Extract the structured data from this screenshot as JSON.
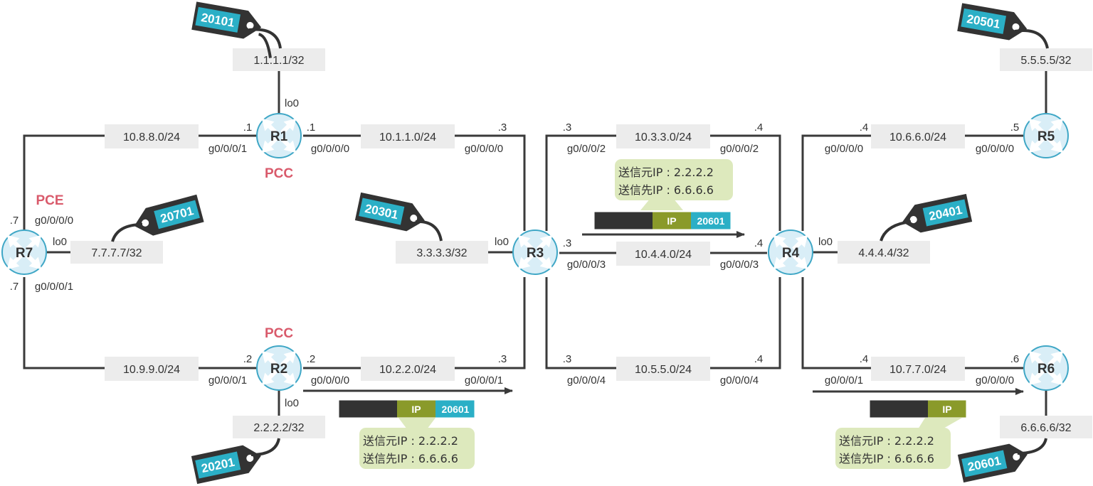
{
  "colors": {
    "line": "#3a3a3a",
    "router_fill": "#d9eef7",
    "router_stroke": "#3fa7c6",
    "net_box": "#ececec",
    "role": "#d95a6b",
    "tag_body": "#333333",
    "tag_label": "#2bafc6",
    "note_bg": "#dde9bd",
    "pkt_dark": "#333333",
    "pkt_ip": "#8a9a2a",
    "pkt_label": "#2bafc6"
  },
  "routers": {
    "r1": {
      "name": "R1",
      "role": "PCC"
    },
    "r2": {
      "name": "R2",
      "role": "PCC"
    },
    "r3": {
      "name": "R3"
    },
    "r4": {
      "name": "R4"
    },
    "r5": {
      "name": "R5"
    },
    "r6": {
      "name": "R6"
    },
    "r7": {
      "name": "R7",
      "role": "PCE"
    }
  },
  "loopbacks": {
    "r1": "1.1.1.1/32",
    "r2": "2.2.2.2/32",
    "r3": "3.3.3.3/32",
    "r4": "4.4.4.4/32",
    "r5": "5.5.5.5/32",
    "r6": "6.6.6.6/32",
    "r7": "7.7.7.7/32"
  },
  "sids": {
    "r1": "20101",
    "r2": "20201",
    "r3": "20301",
    "r4": "20401",
    "r5": "20501",
    "r6": "20601",
    "r7": "20701"
  },
  "networks": {
    "n8": "10.8.8.0/24",
    "n9": "10.9.9.0/24",
    "n1": "10.1.1.0/24",
    "n2": "10.2.2.0/24",
    "n3": "10.3.3.0/24",
    "n4": "10.4.4.0/24",
    "n5": "10.5.5.0/24",
    "n6": "10.6.6.0/24",
    "n7": "10.7.7.0/24"
  },
  "labels": {
    "lo0": "lo0",
    "h1": ".1",
    "h2": ".2",
    "h3": ".3",
    "h4": ".4",
    "h5": ".5",
    "h6": ".6",
    "h7": ".7",
    "g0": "g0/0/0/0",
    "g1": "g0/0/0/1",
    "g2": "g0/0/0/2",
    "g3": "g0/0/0/3",
    "g4": "g0/0/0/4"
  },
  "packet": {
    "ip": "IP",
    "label": "20601"
  },
  "notes": {
    "src": "送信元IP : 2.2.2.2",
    "dst": "送信先IP : 6.6.6.6"
  }
}
